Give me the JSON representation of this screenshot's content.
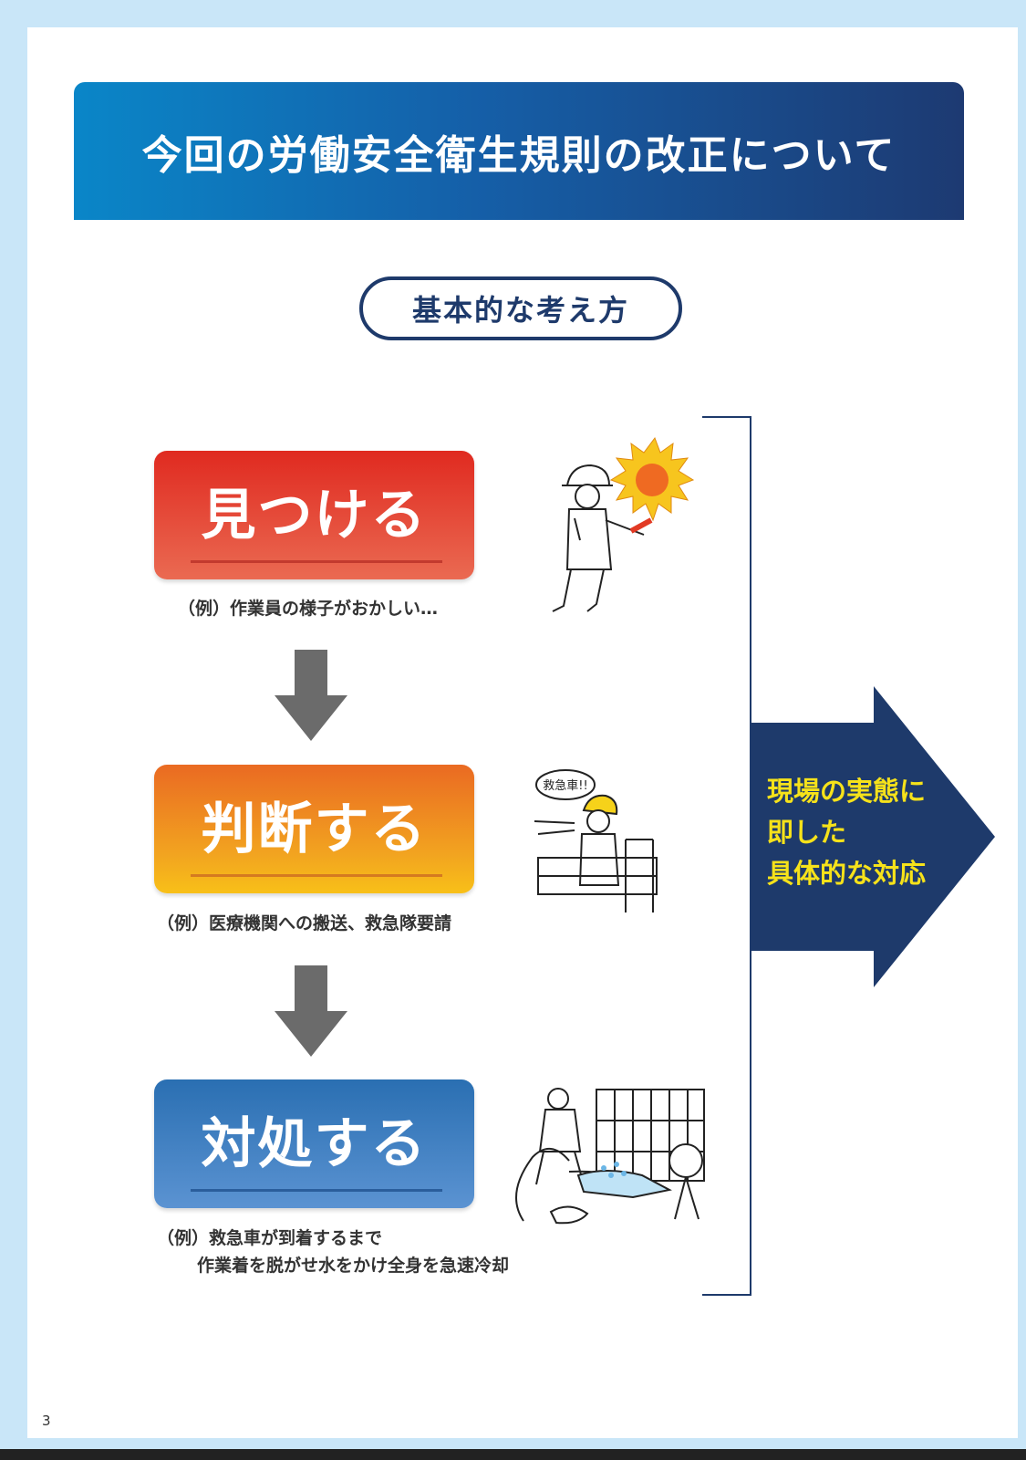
{
  "title": "今回の労働安全衛生規則の改正について",
  "subtitle": "基本的な考え方",
  "steps": [
    {
      "label": "見つける",
      "example": "（例）作業員の様子がおかしい…"
    },
    {
      "label": "判断する",
      "example": "（例）医療機関への搬送、救急隊要請"
    },
    {
      "label": "対処する",
      "example_line1": "（例）救急車が到着するまで",
      "example_line2": "作業着を脱がせ水をかけ全身を急速冷却"
    }
  ],
  "result": {
    "line1": "現場の実態に",
    "line2": "即した",
    "line3": "具体的な対応"
  },
  "illustrations": {
    "speech_bubble": "救急車!!"
  },
  "page_number": "3",
  "colors": {
    "title_gradient_start": "#0a86c8",
    "title_gradient_end": "#1d3a72",
    "step1": "#e02a20",
    "step2": "#f2a420",
    "step3": "#3a7cc2",
    "result_arrow": "#1e3a6b",
    "result_text": "#f6e21a",
    "down_arrow": "#6b6b6b"
  }
}
